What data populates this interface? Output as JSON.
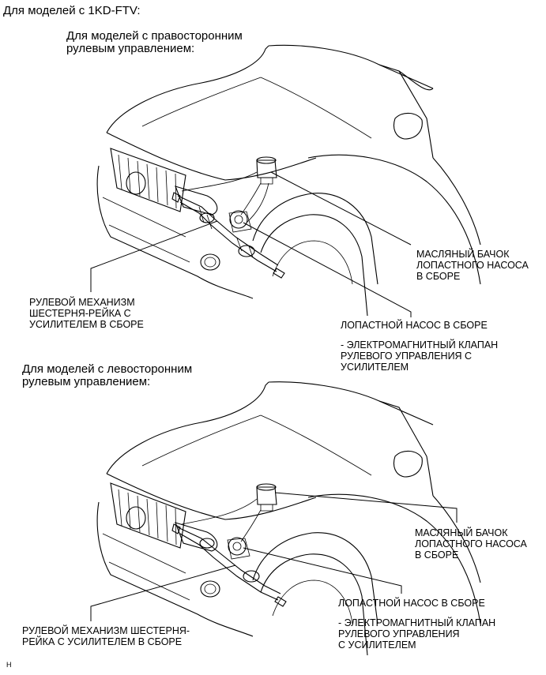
{
  "header": {
    "title": "Для моделей с 1KD-FTV:"
  },
  "sections": [
    {
      "heading": "Для моделей с правосторонним\nрулевым управлением:",
      "labels": {
        "reservoir": "МАСЛЯНЫЙ БАЧОК\nЛОПАСТНОГО НАСОСА\nВ СБОРЕ",
        "steering_gear": "РУЛЕВОЙ МЕХАНИЗМ\nШЕСТЕРНЯ-РЕЙКА С\nУСИЛИТЕЛЕМ В СБОРЕ",
        "pump": "ЛОПАСТНОЙ НАСОС В СБОРЕ",
        "valve": "- ЭЛЕКТРОМАГНИТНЫЙ КЛАПАН\nРУЛЕВОГО УПРАВЛЕНИЯ С\nУСИЛИТЕЛЕМ"
      }
    },
    {
      "heading": "Для моделей с левосторонним\nрулевым управлением:",
      "labels": {
        "reservoir": "МАСЛЯНЫЙ БАЧОК\nЛОПАСТНОГО НАСОСА\nВ СБОРЕ",
        "steering_gear": "РУЛЕВОЙ МЕХАНИЗМ ШЕСТЕРНЯ-\nРЕЙКА С УСИЛИТЕЛЕМ В СБОРЕ",
        "pump": "ЛОПАСТНОЙ НАСОС В СБОРЕ",
        "valve": "- ЭЛЕКТРОМАГНИТНЫЙ КЛАПАН\nРУЛЕВОГО УПРАВЛЕНИЯ\nС УСИЛИТЕЛЕМ"
      }
    }
  ],
  "footer": {
    "code": "H"
  }
}
